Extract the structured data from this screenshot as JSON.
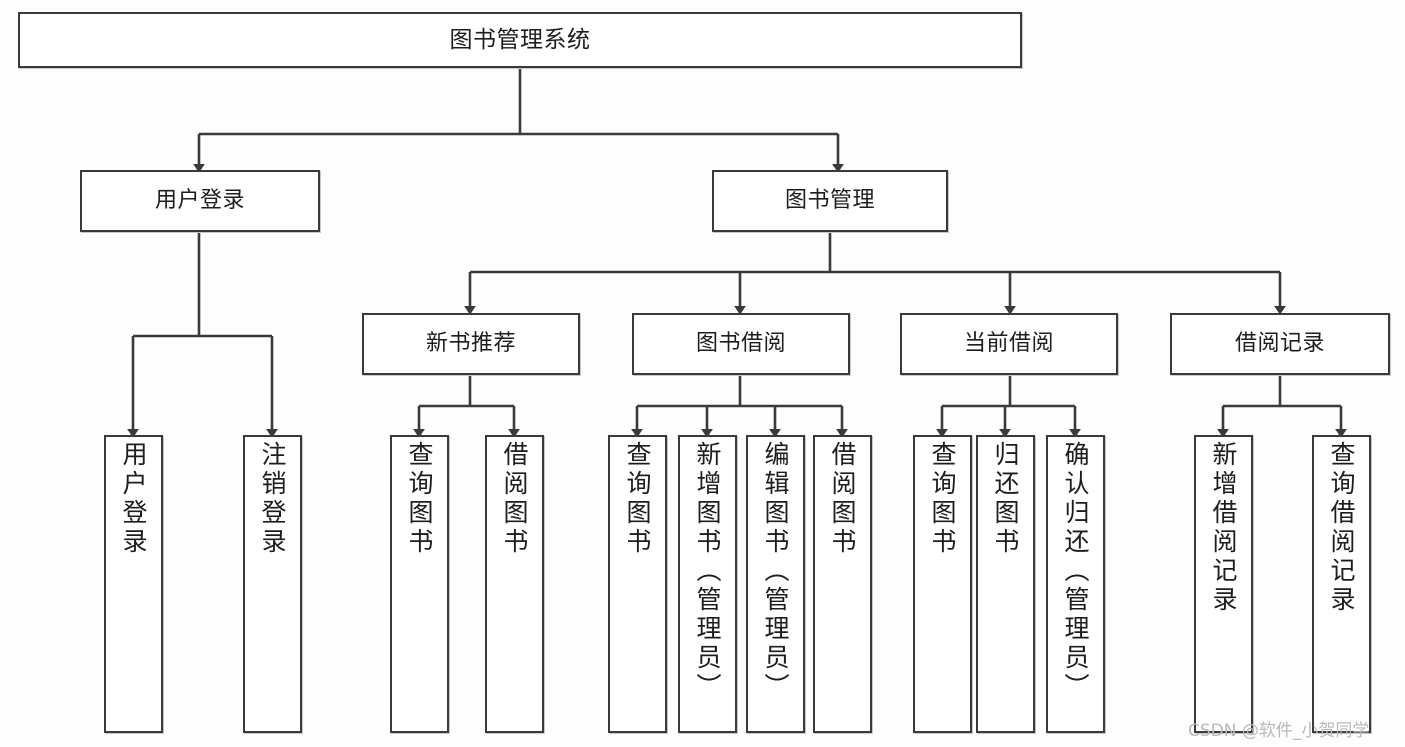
{
  "diagram": {
    "type": "tree-hierarchy",
    "title": "图书管理系统",
    "watermark": "CSDN @软件_小贺同学",
    "style": {
      "border_color": "#3a3a3a",
      "node_fill": "#ffffff",
      "connector_color": "#3a3a3a",
      "canvas_background": "#fdfdfd",
      "watermark_color": "#b9b9b9"
    },
    "nodes": {
      "root": {
        "label": "图书管理系统"
      },
      "level2": [
        {
          "id": "user-login",
          "label": "用户登录"
        },
        {
          "id": "book-manage",
          "label": "图书管理"
        }
      ],
      "level3": [
        {
          "id": "new-book-rec",
          "label": "新书推荐"
        },
        {
          "id": "book-borrow",
          "label": "图书借阅"
        },
        {
          "id": "current-borrow",
          "label": "当前借阅"
        },
        {
          "id": "borrow-record",
          "label": "借阅记录"
        }
      ],
      "leaves": {
        "user-login": [
          {
            "id": "leaf-user-login",
            "label": "用户登录"
          },
          {
            "id": "leaf-user-logout",
            "label": "注销登录"
          }
        ],
        "new-book-rec": [
          {
            "id": "leaf-query-book-1",
            "label": "查询图书"
          },
          {
            "id": "leaf-borrow-book-1",
            "label": "借阅图书"
          }
        ],
        "book-borrow": [
          {
            "id": "leaf-query-book-2",
            "label": "查询图书"
          },
          {
            "id": "leaf-add-book",
            "label": "新增图书（管理员）"
          },
          {
            "id": "leaf-edit-book",
            "label": "编辑图书（管理员）"
          },
          {
            "id": "leaf-borrow-book-2",
            "label": "借阅图书"
          }
        ],
        "current-borrow": [
          {
            "id": "leaf-query-book-3",
            "label": "查询图书"
          },
          {
            "id": "leaf-return-book",
            "label": "归还图书"
          },
          {
            "id": "leaf-confirm-return",
            "label": "确认归还（管理员）"
          }
        ],
        "borrow-record": [
          {
            "id": "leaf-add-record",
            "label": "新增借阅记录"
          },
          {
            "id": "leaf-query-record",
            "label": "查询借阅记录"
          }
        ]
      }
    }
  }
}
